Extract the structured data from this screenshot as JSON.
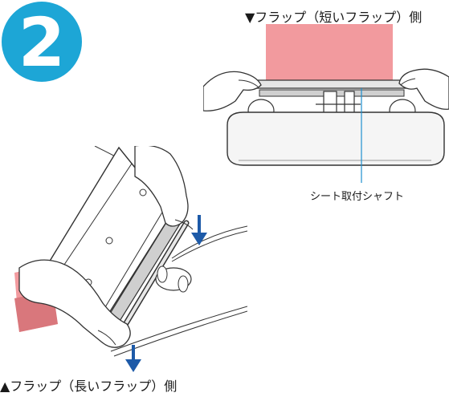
{
  "step_number": "2",
  "top_caption": "▼フラップ（短いフラップ）側",
  "bottom_caption": "▲フラップ（長いフラップ）側",
  "callout_label": "シート取付シャフト",
  "colors": {
    "badge": "#1da6d6",
    "flap_pink": "#f29a9e",
    "flap_pink_dark": "#d9777c",
    "arrow_blue": "#1d5aa8",
    "leader_blue": "#1d8fcf",
    "line": "#333333",
    "skin": "#ffffff"
  }
}
